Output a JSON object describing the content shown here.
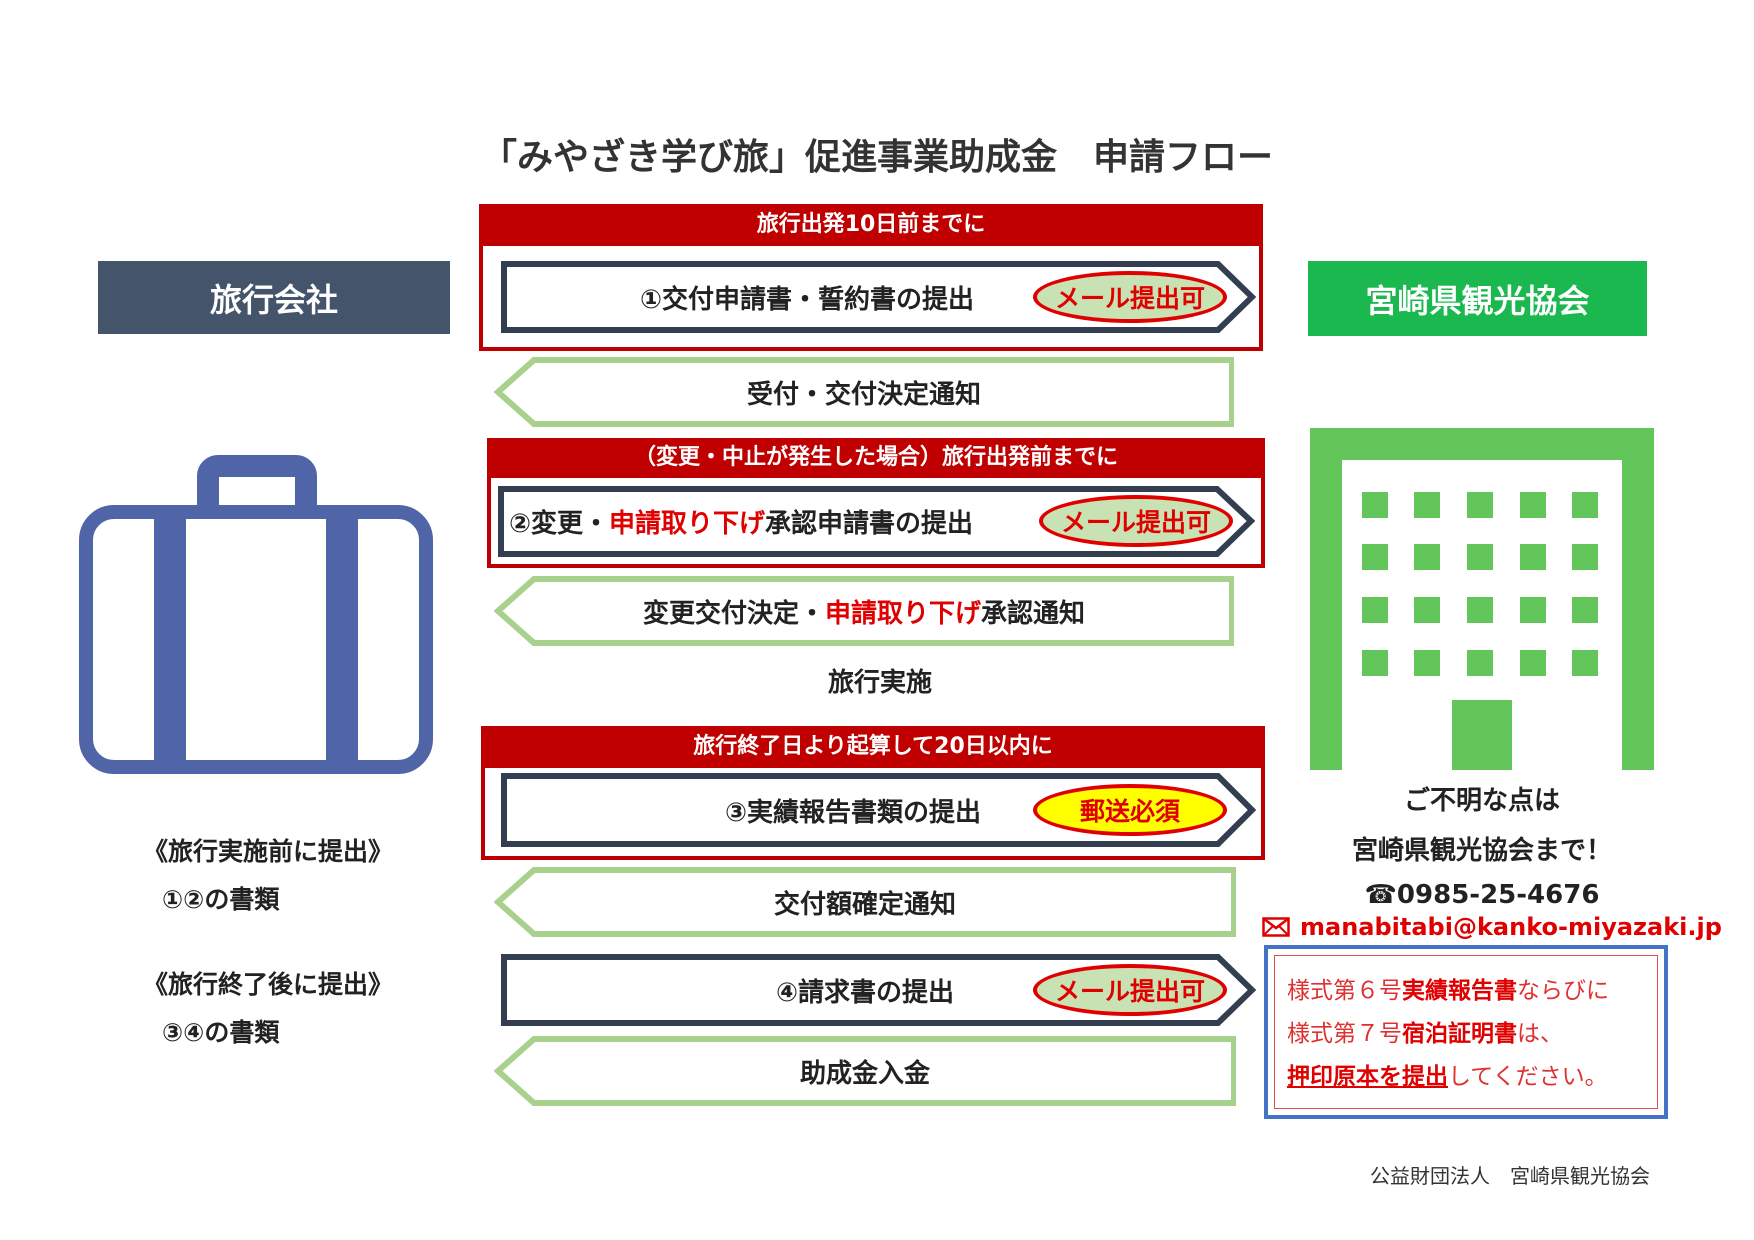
{
  "title": "「みやざき学び旅」促進事業助成金　申請フロー",
  "travel_agency": "旅行会社",
  "tourism_assoc": "宮崎県観光協会",
  "colors": {
    "accent_red": "#c00000",
    "agency_bg": "#44546a",
    "assoc_bg": "#1ab84f",
    "building": "#62c65a",
    "suitcase": "#5064a8",
    "arrow_back": "#a9d18e",
    "notice_border": "#4472c4"
  },
  "sections": {
    "s1_header": "旅行出発10日前までに",
    "s2_header": "（変更・中止が発生した場合）旅行出発前までに",
    "s3_header": "旅行終了日より起算して20日以内に"
  },
  "arrows": {
    "a1": "①交付申請書・誓約書の提出",
    "r1": "受付・交付決定通知",
    "a2_pre": "②変更・",
    "a2_red": "申請取り下げ",
    "a2_post": "承認申請書の提出",
    "r2_pre": "変更交付決定・",
    "r2_red": "申請取り下げ",
    "r2_post": "承認通知",
    "travel": "旅行実施",
    "a3": "③実績報告書類の提出",
    "r3": "交付額確定通知",
    "a4": "④請求書の提出",
    "r4": "助成金入金"
  },
  "badges": {
    "mail": "メール提出可",
    "post": "郵送必須"
  },
  "left_notes": {
    "before_title": "《旅行実施前に提出》",
    "before_docs": "①②の書類",
    "after_title": "《旅行終了後に提出》",
    "after_docs": "③④の書類"
  },
  "contact": {
    "line1": "ご不明な点は",
    "line2": "宮崎県観光協会まで！",
    "phone": "☎0985-25-4676",
    "email": "manabitabi@kanko-miyazaki.jp"
  },
  "notice": {
    "l1_a": "様式第６号",
    "l1_b": "実績報告書",
    "l1_c": "ならびに",
    "l2_a": "様式第７号",
    "l2_b": "宿泊証明書",
    "l2_c": "は、",
    "l3_a": "押印原本を提出",
    "l3_b": "してください。"
  },
  "footer": "公益財団法人　宮崎県観光協会"
}
